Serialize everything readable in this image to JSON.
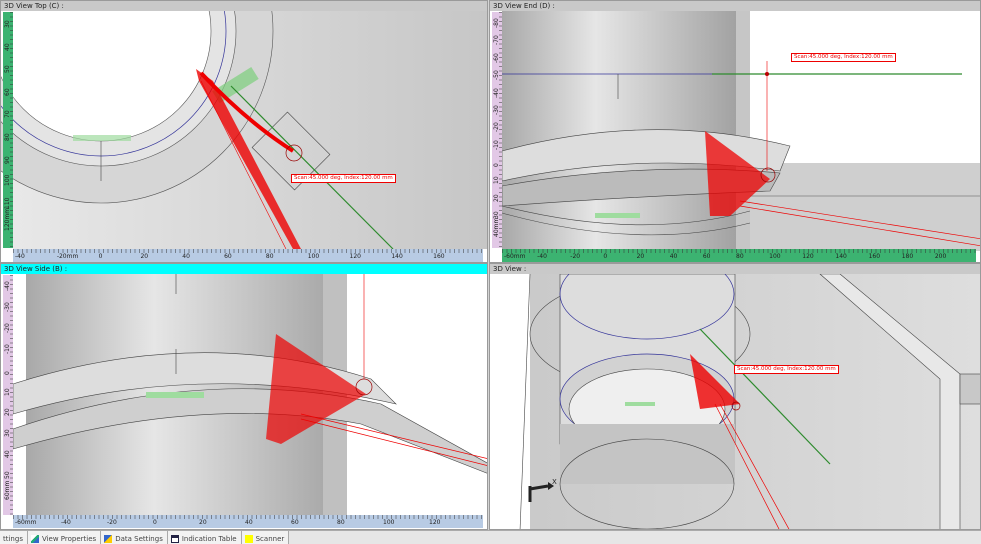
{
  "views": {
    "top": {
      "title": "3D View Top (C)  :",
      "vruler": [
        "30",
        "40",
        "50",
        "60",
        "70",
        "80",
        "90",
        "100",
        "110",
        "120mm"
      ],
      "hruler": [
        "-40",
        "-20mm",
        "0",
        "20",
        "40",
        "60",
        "80",
        "100",
        "120",
        "140",
        "160"
      ],
      "vruler_color": "#3cb371",
      "hruler_color": "#b8cbe4",
      "annotation": "Scan:45.000 deg, Index:120.00 mm"
    },
    "end": {
      "title": "3D View End (D)  :",
      "vruler": [
        "-80",
        "-70",
        "-60",
        "-50",
        "-40",
        "-30",
        "-20",
        "-10",
        "0",
        "10",
        "20",
        "30",
        "40mm"
      ],
      "hruler": [
        "-60mm",
        "-40",
        "-20",
        "0",
        "20",
        "40",
        "60",
        "80",
        "100",
        "120",
        "140",
        "160",
        "180",
        "200"
      ],
      "vruler_color": "#e2c8e6",
      "hruler_color": "#3cb371",
      "annotation": "Scan:45.000 deg, Index:120.00 mm"
    },
    "side": {
      "title": "3D View Side (B)  :",
      "vruler": [
        "-40",
        "-30",
        "-20",
        "-10",
        "0",
        "10",
        "20",
        "30",
        "40",
        "50",
        "60mm"
      ],
      "hruler": [
        "-60mm",
        "-40",
        "-20",
        "0",
        "20",
        "40",
        "60",
        "80",
        "100",
        "120"
      ],
      "vruler_color": "#e2c8e6",
      "hruler_color": "#b8cbe4",
      "title_color": "#00ffff"
    },
    "iso": {
      "title": "3D View  :",
      "annotation": "Scan:45.000 deg, Index:120.00 mm",
      "axis_label": "X"
    }
  },
  "tabs": [
    {
      "label": "ttings",
      "icon": "settings-icon"
    },
    {
      "label": "View Properties",
      "icon": "view-properties-icon"
    },
    {
      "label": "Data Settings",
      "icon": "data-settings-icon"
    },
    {
      "label": "Indication Table",
      "icon": "table-icon"
    },
    {
      "label": "Scanner",
      "icon": "scanner-icon"
    }
  ]
}
